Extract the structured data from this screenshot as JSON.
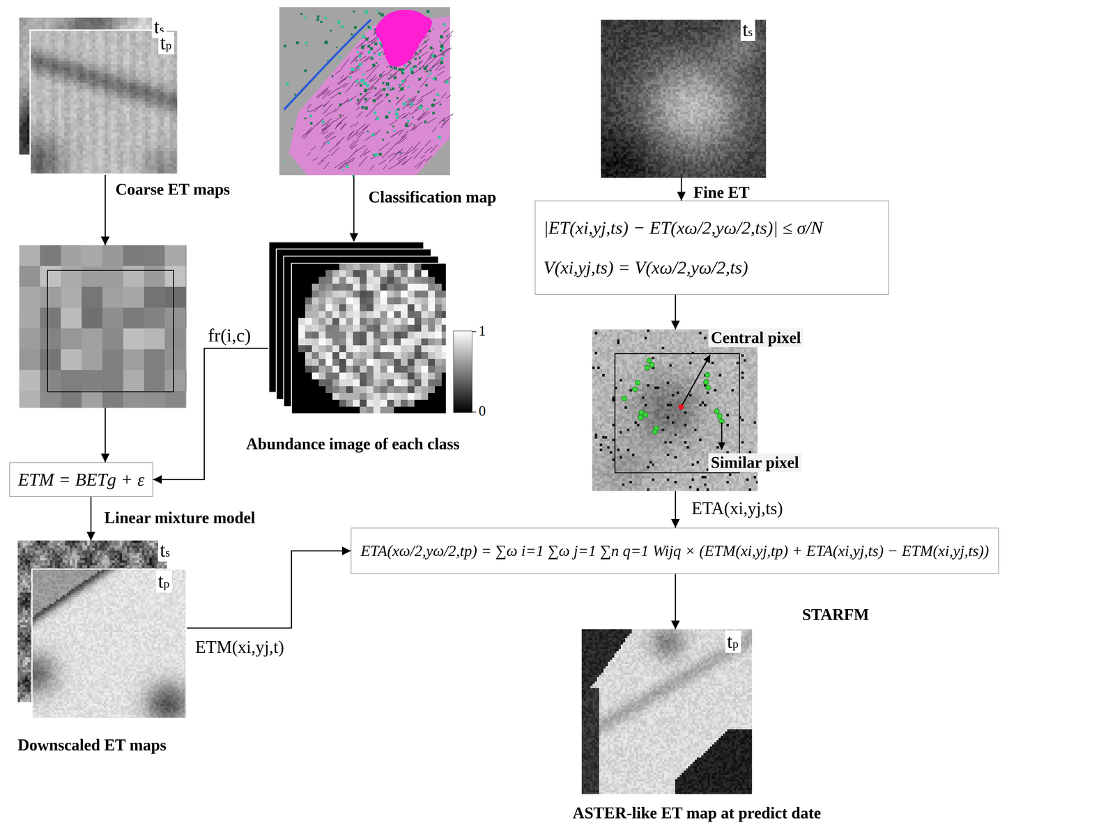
{
  "diagram": {
    "nodes": [
      {
        "text": [
          "ts",
          "tp",
          "Coarse ET maps"
        ]
      },
      {
        "text": [
          "Classification map"
        ]
      },
      {
        "text": [
          "ts",
          "Fine ET"
        ]
      },
      {
        "text": [
          "|ET(xi,yj,ts) − ET(xω/2,yω/2,ts)| ≤ σ/N",
          "V(xi,yj,ts) = V(xω/2,yω/2,ts)"
        ]
      },
      {
        "text": [
          "Abundance image of each class",
          "1",
          "0"
        ]
      },
      {
        "text": [
          "Central pixel",
          "Similar pixel"
        ]
      },
      {
        "text": [
          "ETM = BETg + ε",
          "Linear mixture model"
        ]
      },
      {
        "text": [
          "ETA(xω/2,yω/2,tp) = ∑ω i=1 ∑ω j=1 ∑n q=1 Wijq × (ETM(xi,yj,tp) + ETA(xi,yj,ts) − ETM(xi,yj,ts))",
          "STARFM"
        ]
      },
      {
        "text": [
          "ts",
          "tp",
          "Downscaled ET maps"
        ]
      },
      {
        "text": [
          "tp",
          "ASTER-like ET map at predict date"
        ]
      }
    ],
    "edges": [
      {
        "from": 0,
        "to": 6,
        "arrow": "to"
      },
      {
        "from": 1,
        "to": 4,
        "arrow": "to"
      },
      {
        "from": 4,
        "to": 6,
        "arrow": "to",
        "label": "fr(i,c)"
      },
      {
        "from": 2,
        "to": 3,
        "arrow": "to"
      },
      {
        "from": 3,
        "to": 5,
        "arrow": "to"
      },
      {
        "from": 5,
        "to": 7,
        "arrow": "to",
        "label": "ETA(xi,yj,ts)"
      },
      {
        "from": 6,
        "to": 8,
        "arrow": "to"
      },
      {
        "from": 8,
        "to": 7,
        "arrow": "to",
        "label": "ETM(xi,yj,t)"
      },
      {
        "from": 7,
        "to": 9,
        "arrow": "to"
      }
    ]
  }
}
